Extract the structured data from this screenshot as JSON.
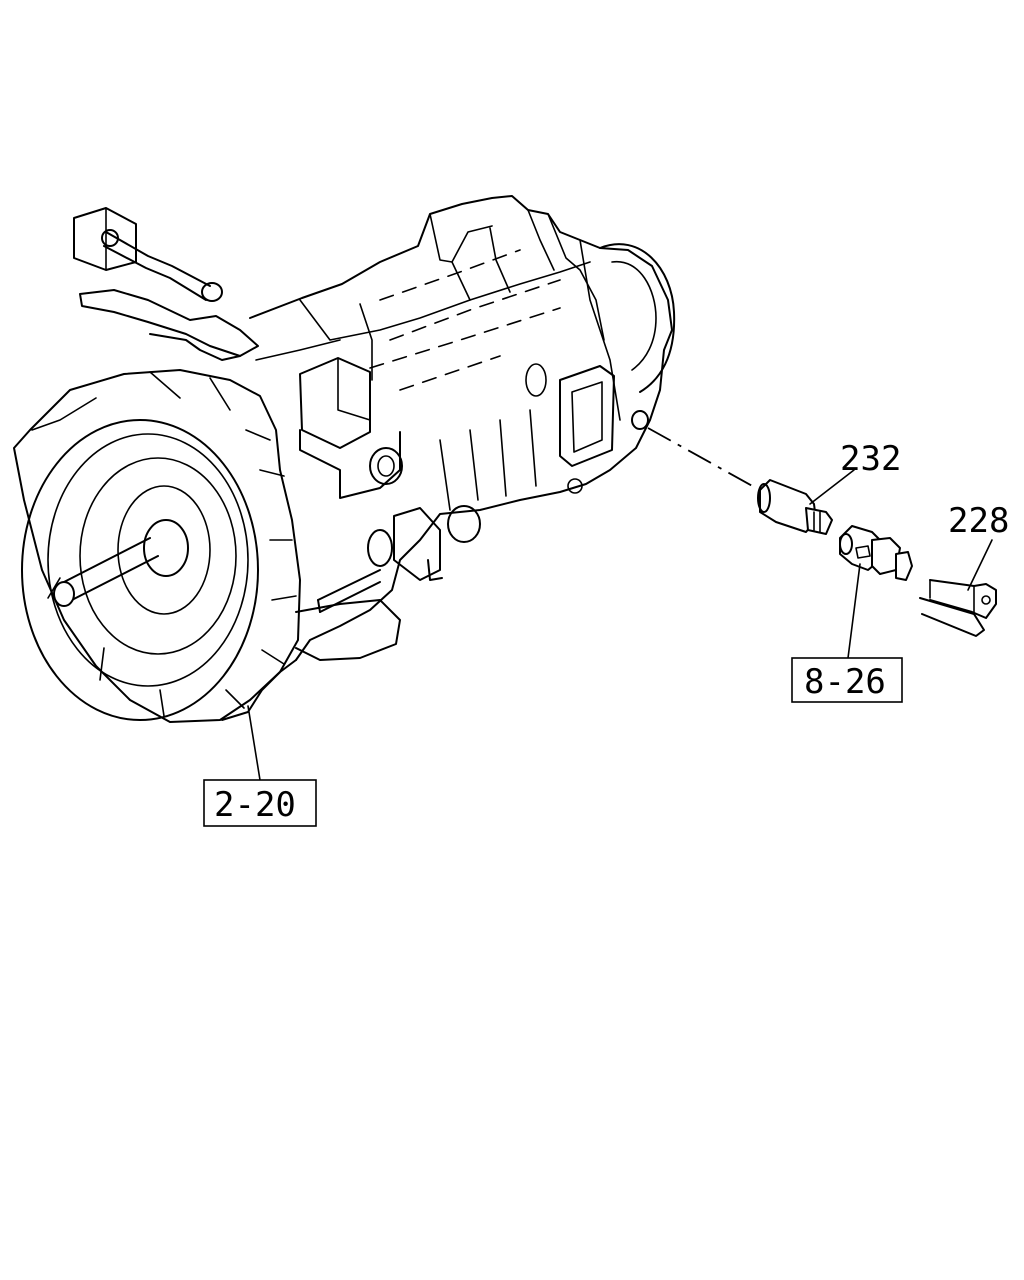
{
  "callouts": {
    "part_232": "232",
    "part_228": "228",
    "ref_8_26": "8-26",
    "ref_2_20": "2-20"
  }
}
